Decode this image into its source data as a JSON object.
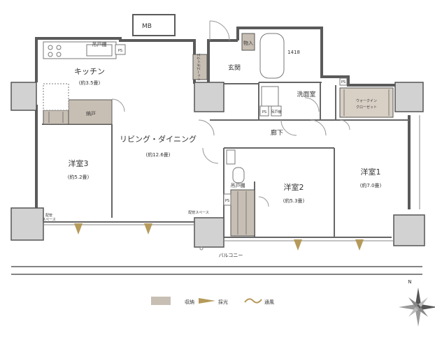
{
  "rooms": {
    "mb": "MB",
    "kitchen": "キッチン",
    "kitchen_size": "(約3.5畳)",
    "pantry": "納戸",
    "living": "リビング・ダイニング",
    "living_size": "(約12.6畳)",
    "western3": "洋室3",
    "western3_size": "(約5.2畳)",
    "western2": "洋室2",
    "western2_size": "(約5.3畳)",
    "western1": "洋室1",
    "western1_size": "(約7.0畳)",
    "entrance": "玄関",
    "washroom": "洗面室",
    "corridor": "廊下",
    "balcony": "バルコニー",
    "walkin": "ウォークイン\nクローゼット",
    "hanging_cupboard_1": "吊戸棚",
    "hanging_cupboard_2": "吊戸棚",
    "hanging_cupboard_3": "吊戸棚",
    "shoe_box": "シューズボックス",
    "storage_small": "物入",
    "dim_1418": "1418",
    "ps": "PS",
    "pipe_space": "配管\nスペース",
    "pipe_space_2": "配管スペース"
  },
  "legend": {
    "storage": "収納",
    "light": "採光",
    "wind": "通風"
  },
  "compass": {
    "n": "N"
  },
  "colors": {
    "wall": "#5a5a5a",
    "storage": "#c8bfb4",
    "pillar": "#d2d2d2",
    "light": "#b59a5a"
  }
}
